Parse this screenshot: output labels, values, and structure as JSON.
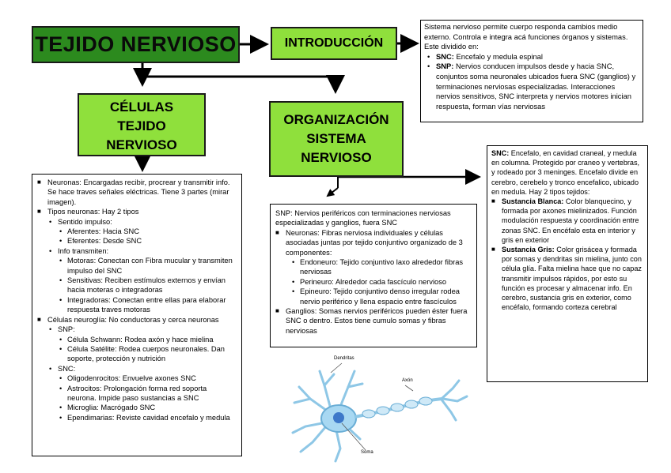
{
  "title": "TEJIDO NERVIOSO",
  "intro": {
    "label": "INTRODUCCIÓN",
    "text": "Sistema nervioso permite cuerpo responda cambios medio externo. Controla e integra acá funciones órganos y sistemas. Este dividido en:",
    "snc_label": "SNC:",
    "snc_text": "Encefalo y medula espinal",
    "snp_label": "SNP:",
    "snp_text": "Nervios conducen impulsos desde y hacia SNC, conjuntos soma neuronales ubicados fuera SNC (ganglios) y terminaciones nerviosas especializadas. Interacciones nervios sensitivos, SNC interpreta y nervios motores inician respuesta, forman vías nerviosas"
  },
  "celulas": {
    "label_line1": "CÉLULAS",
    "label_line2": "TEJIDO",
    "label_line3": "NERVIOSO",
    "neuronas": "Neuronas: Encargadas recibir, procrear y transmitir info. Se hace traves señales eléctricas. Tiene 3 partes (mirar imagen).",
    "tipos": "Tipos neuronas: Hay 2 tipos",
    "sentido": "Sentido impulso:",
    "aferentes": "Aferentes: Hacia SNC",
    "eferentes": "Eferentes: Desde SNC",
    "info": "Info transmiten:",
    "motoras": "Motoras: Conectan con Fibra mucular y transmiten impulso del SNC",
    "sensitivas": "Sensitivas: Reciben estímulos externos y envían hacia moteras o integradoras",
    "integradoras": "Integradoras: Conectan entre ellas para elaborar respuesta traves motoras",
    "neuroglia": "Células neuroglía: No conductoras y cerca neuronas",
    "snp": "SNP:",
    "schwann": "Célula Schwann: Rodea axón y hace mielina",
    "satelite": "Célula Satélite: Rodea cuerpos neuronales. Dan soporte, protección y nutrición",
    "snc": "SNC:",
    "oligo": "Oligodenrocitos: Envuelve axones SNC",
    "astro": "Astrocitos: Prolongación forma red soporta neurona. Impide paso sustancias a SNC",
    "micro": "Microglia: Macrógado SNC",
    "epend": "Ependimarias: Reviste cavidad encefalo y medula"
  },
  "org": {
    "label_line1": "ORGANIZACIÓN",
    "label_line2": "SISTEMA",
    "label_line3": "NERVIOSO",
    "snp_text": "SNP: Nervios periféricos con terminaciones nerviosas especializadas y ganglios, fuera SNC",
    "neuronas": "Neuronas: Fibras nerviosa individuales y células asociadas juntas por tejido conjuntivo organizado de 3 componentes:",
    "endo": "Endoneuro: Tejido conjuntivo laxo alrededor fibras nerviosas",
    "peri": "Perineuro: Alrededor cada fascículo nervioso",
    "epi": "Epineuro: Tejido conjuntivo denso irregular rodea nervio periférico y llena espacio entre fascículos",
    "ganglios": "Ganglios: Somas nervios periféricos pueden éster fuera SNC o dentro. Estos tiene cumulo somas y fibras nerviosas"
  },
  "snc_box": {
    "label": "SNC:",
    "text": "Encefalo, en cavidad craneal, y medula en columna. Protegido por craneo y vertebras, y rodeado por 3 meninges. Encefalo divide en cerebro, cerebelo y tronco encefalico, ubicado en medula. Hay 2 tipos tejidos:",
    "blanca_label": "Sustancia Blanca:",
    "blanca_text": "Color blanquecino, y formada por axones mielinizados. Función modulación respuesta y coordinación entre zonas SNC. En encéfalo esta en interior y gris en exterior",
    "gris_label": "Sustancia Gris:",
    "gris_text": "Color grisácea y formada por somas y dendritas sin mielina, junto con célula glía. Falta mielina hace que no capaz transmitir impulsos rápidos, por esto su función es procesar y almacenar info. En cerebro, sustancia gris en exterior, como encéfalo, formando corteza cerebral"
  },
  "neuron_image": {
    "dendritas": "Dendritas",
    "axon": "Axón",
    "soma": "Soma"
  }
}
